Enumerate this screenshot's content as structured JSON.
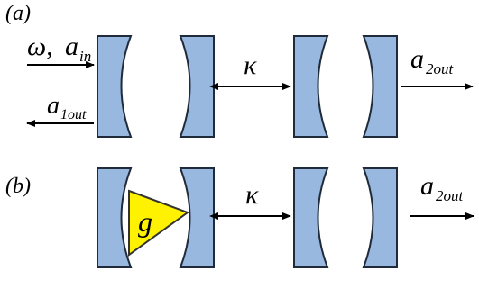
{
  "panels": {
    "a": {
      "label": "(a)",
      "input": {
        "omega": "ω,",
        "a": "a",
        "a_sub": "in"
      },
      "reflected": {
        "a": "a",
        "a_sub": "1out"
      },
      "coupling": "κ",
      "output": {
        "a": "a",
        "a_sub": "2out"
      }
    },
    "b": {
      "label": "(b)",
      "gain": "g",
      "coupling": "κ",
      "output": {
        "a": "a",
        "a_sub": "2out"
      }
    }
  },
  "colors": {
    "mirror_fill": "#98B8E0",
    "mirror_stroke": "#1f2a3a",
    "gain_fill": "#FFF200",
    "gain_stroke": "#333333",
    "arrow": "#000000"
  },
  "icons": {
    "mirror": "concave-mirror-icon",
    "gain_medium": "triangle-gain-icon",
    "arrow": "arrow-icon"
  }
}
